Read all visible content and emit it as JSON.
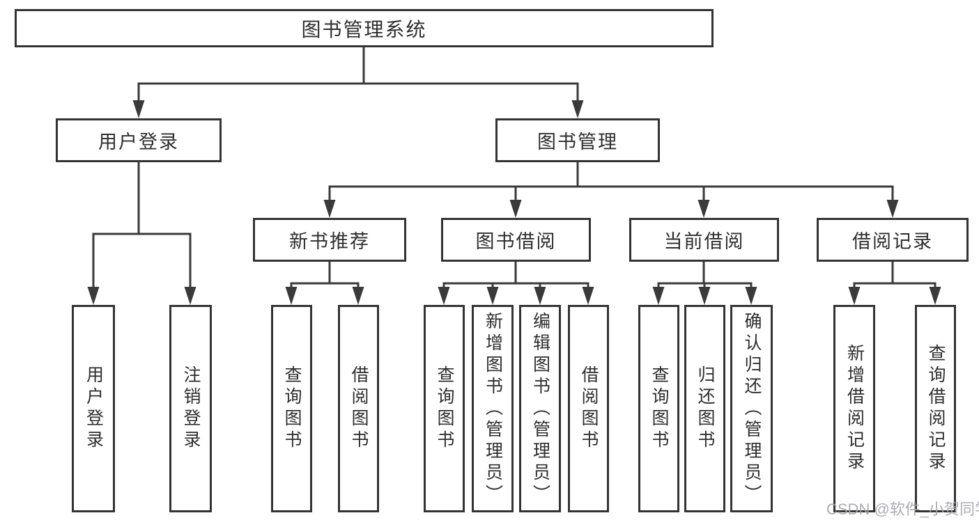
{
  "colors": {
    "bg": "#ffffff",
    "line": "#3a3a3a",
    "border": "#333333",
    "text": "#2e2e2e",
    "watermark": "#a6a6ab"
  },
  "watermark": {
    "text": "CSDN @软件_小贺同学"
  },
  "diagram": {
    "root": {
      "label": "图书管理系统",
      "children": [
        {
          "label": "用户登录",
          "children": [
            {
              "label": "用户登录"
            },
            {
              "label": "注销登录"
            }
          ]
        },
        {
          "label": "图书管理",
          "children": [
            {
              "label": "新书推荐",
              "children": [
                {
                  "label": "查询图书"
                },
                {
                  "label": "借阅图书"
                }
              ]
            },
            {
              "label": "图书借阅",
              "children": [
                {
                  "label": "查询图书"
                },
                {
                  "label": "新增图书（管理员）"
                },
                {
                  "label": "编辑图书（管理员）"
                },
                {
                  "label": "借阅图书"
                }
              ]
            },
            {
              "label": "当前借阅",
              "children": [
                {
                  "label": "查询图书"
                },
                {
                  "label": "归还图书"
                },
                {
                  "label": "确认归还（管理员）"
                }
              ]
            },
            {
              "label": "借阅记录",
              "children": [
                {
                  "label": "新增借阅记录"
                },
                {
                  "label": "查询借阅记录"
                }
              ]
            }
          ]
        }
      ]
    }
  }
}
